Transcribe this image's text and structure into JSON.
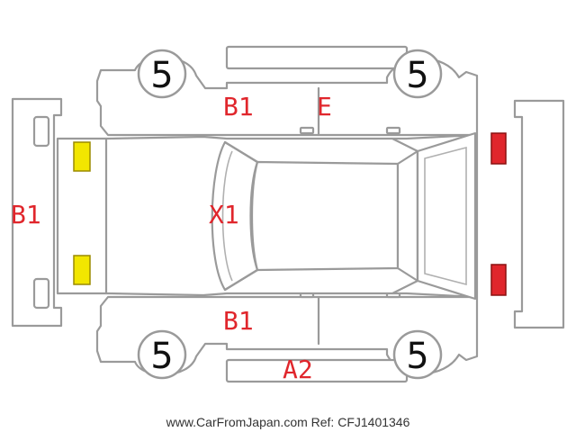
{
  "damage_codes": {
    "front_bumper": "B1",
    "front_left_door": "B1",
    "rear_left_door": "E",
    "roof": "X1",
    "front_right_door": "B1",
    "right_side_sill": "A2"
  },
  "tire_ratings": {
    "front_left": "5",
    "rear_left": "5",
    "front_right": "5",
    "rear_right": "5"
  },
  "markers": {
    "front_lamp_color": "#f2e600",
    "rear_lamp_color": "#e0262c"
  },
  "footer": "www.CarFromJapan.com Ref: CFJ1401346"
}
